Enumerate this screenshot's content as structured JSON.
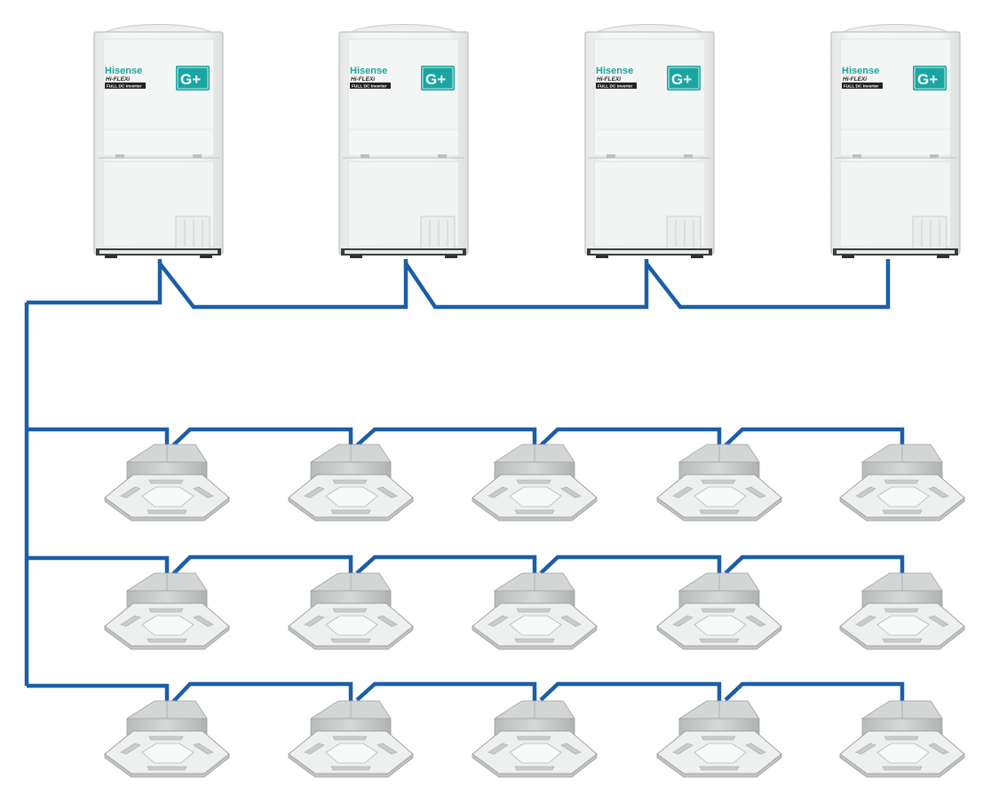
{
  "colors": {
    "pipe": "#1b5ea8",
    "brand_accent": "#1aa5a0",
    "unit_body": "#f1f3f2",
    "unit_shadow": "#d9dcdb",
    "cassette_body": "#c9cccb",
    "cassette_panel": "#f3f4f3"
  },
  "outdoor_units": [
    {
      "brand": "Hisense",
      "model": "Hi-FLEXi",
      "inverter_label": "FULL DC Inverter",
      "badge": "G+"
    },
    {
      "brand": "Hisense",
      "model": "Hi-FLEXi",
      "inverter_label": "FULL DC Inverter",
      "badge": "G+"
    },
    {
      "brand": "Hisense",
      "model": "Hi-FLEXi",
      "inverter_label": "FULL DC Inverter",
      "badge": "G+"
    },
    {
      "brand": "Hisense",
      "model": "Hi-FLEXi",
      "inverter_label": "FULL DC Inverter",
      "badge": "G+"
    }
  ],
  "indoor_layout": {
    "rows": 3,
    "units_per_row": 5,
    "unit_icon": "ceiling-cassette-icon"
  }
}
